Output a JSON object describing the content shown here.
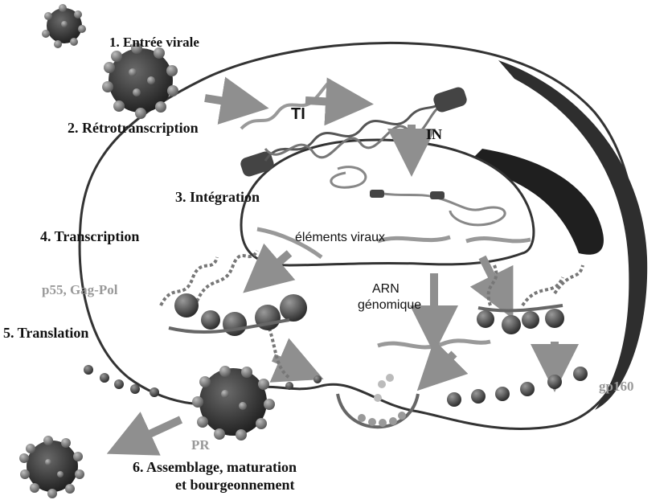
{
  "steps": {
    "s1": "1. Entrée virale",
    "s2": "2. Rétrotranscription",
    "s3": "3. Intégration",
    "s4": "4. Transcription",
    "s5": "5. Translation",
    "s6a": "6. Assemblage, maturation",
    "s6b": "et bourgeonnement"
  },
  "labels": {
    "ti": "TI",
    "in": "IN",
    "elements": "éléments viraux",
    "arn1": "ARN",
    "arn2": "génomique",
    "p55": "p55, Gag-Pol",
    "gp160": "gp160",
    "pr": "PR"
  },
  "colors": {
    "virion": "#3a3a3a",
    "spike": "#8a8a8a",
    "membrane": "#333333",
    "arrow": "#8f8f8f",
    "ribbon": "#2e2e2e"
  }
}
